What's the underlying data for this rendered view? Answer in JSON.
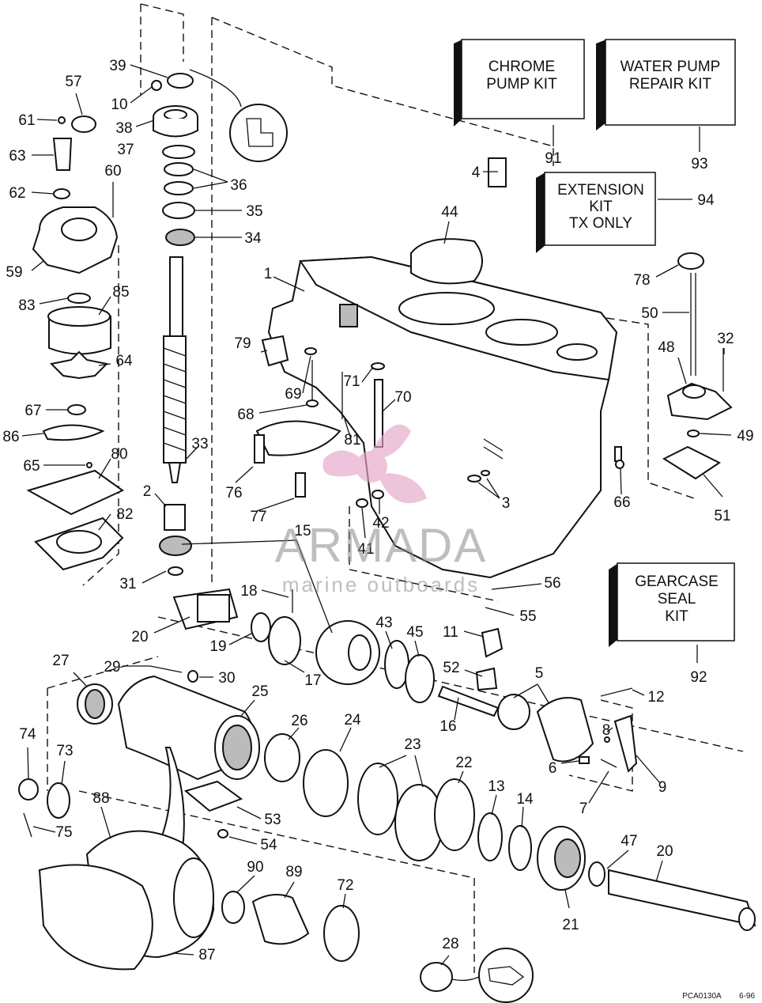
{
  "kits": [
    {
      "id": "chrome",
      "lines": [
        "CHROME",
        "PUMP KIT"
      ],
      "number": "91"
    },
    {
      "id": "water",
      "lines": [
        "WATER PUMP",
        "REPAIR KIT"
      ],
      "number": "93"
    },
    {
      "id": "extension",
      "lines": [
        "EXTENSION",
        "KIT",
        "TX ONLY"
      ],
      "number": "94"
    },
    {
      "id": "gearcase",
      "lines": [
        "GEARCASE",
        "SEAL",
        "KIT"
      ],
      "number": "92"
    }
  ],
  "labels": [
    {
      "id": "39",
      "text": "39"
    },
    {
      "id": "10",
      "text": "10"
    },
    {
      "id": "38",
      "text": "38"
    },
    {
      "id": "37",
      "text": "37"
    },
    {
      "id": "36",
      "text": "36"
    },
    {
      "id": "35",
      "text": "35"
    },
    {
      "id": "34",
      "text": "34"
    },
    {
      "id": "33",
      "text": "33"
    },
    {
      "id": "2",
      "text": "2"
    },
    {
      "id": "31",
      "text": "31"
    },
    {
      "id": "57",
      "text": "57"
    },
    {
      "id": "61",
      "text": "61"
    },
    {
      "id": "63",
      "text": "63"
    },
    {
      "id": "62",
      "text": "62"
    },
    {
      "id": "60",
      "text": "60"
    },
    {
      "id": "59",
      "text": "59"
    },
    {
      "id": "83",
      "text": "83"
    },
    {
      "id": "85",
      "text": "85"
    },
    {
      "id": "64",
      "text": "64"
    },
    {
      "id": "67",
      "text": "67"
    },
    {
      "id": "86",
      "text": "86"
    },
    {
      "id": "65",
      "text": "65"
    },
    {
      "id": "80",
      "text": "80"
    },
    {
      "id": "82",
      "text": "82"
    },
    {
      "id": "4",
      "text": "4"
    },
    {
      "id": "44",
      "text": "44"
    },
    {
      "id": "1",
      "text": "1"
    },
    {
      "id": "79",
      "text": "79"
    },
    {
      "id": "69",
      "text": "69"
    },
    {
      "id": "71",
      "text": "71"
    },
    {
      "id": "70",
      "text": "70"
    },
    {
      "id": "68",
      "text": "68"
    },
    {
      "id": "81",
      "text": "81"
    },
    {
      "id": "76",
      "text": "76"
    },
    {
      "id": "77",
      "text": "77"
    },
    {
      "id": "42",
      "text": "42"
    },
    {
      "id": "41",
      "text": "41"
    },
    {
      "id": "3",
      "text": "3"
    },
    {
      "id": "66",
      "text": "66"
    },
    {
      "id": "78",
      "text": "78"
    },
    {
      "id": "50",
      "text": "50"
    },
    {
      "id": "32",
      "text": "32"
    },
    {
      "id": "48",
      "text": "48"
    },
    {
      "id": "49",
      "text": "49"
    },
    {
      "id": "51",
      "text": "51"
    },
    {
      "id": "15",
      "text": "15"
    },
    {
      "id": "18",
      "text": "18"
    },
    {
      "id": "20a",
      "text": "20"
    },
    {
      "id": "19",
      "text": "19"
    },
    {
      "id": "17",
      "text": "17"
    },
    {
      "id": "43",
      "text": "43"
    },
    {
      "id": "45",
      "text": "45"
    },
    {
      "id": "11",
      "text": "11"
    },
    {
      "id": "56",
      "text": "56"
    },
    {
      "id": "55",
      "text": "55"
    },
    {
      "id": "52",
      "text": "52"
    },
    {
      "id": "5",
      "text": "5"
    },
    {
      "id": "12",
      "text": "12"
    },
    {
      "id": "16",
      "text": "16"
    },
    {
      "id": "8",
      "text": "8"
    },
    {
      "id": "9",
      "text": "9"
    },
    {
      "id": "6",
      "text": "6"
    },
    {
      "id": "7",
      "text": "7"
    },
    {
      "id": "27",
      "text": "27"
    },
    {
      "id": "29",
      "text": "29"
    },
    {
      "id": "30",
      "text": "30"
    },
    {
      "id": "25",
      "text": "25"
    },
    {
      "id": "26",
      "text": "26"
    },
    {
      "id": "24",
      "text": "24"
    },
    {
      "id": "23",
      "text": "23"
    },
    {
      "id": "22",
      "text": "22"
    },
    {
      "id": "13",
      "text": "13"
    },
    {
      "id": "14",
      "text": "14"
    },
    {
      "id": "74",
      "text": "74"
    },
    {
      "id": "73",
      "text": "73"
    },
    {
      "id": "75",
      "text": "75"
    },
    {
      "id": "88",
      "text": "88"
    },
    {
      "id": "53",
      "text": "53"
    },
    {
      "id": "54",
      "text": "54"
    },
    {
      "id": "47",
      "text": "47"
    },
    {
      "id": "20b",
      "text": "20"
    },
    {
      "id": "21",
      "text": "21"
    },
    {
      "id": "90",
      "text": "90"
    },
    {
      "id": "89",
      "text": "89"
    },
    {
      "id": "72",
      "text": "72"
    },
    {
      "id": "87",
      "text": "87"
    },
    {
      "id": "28",
      "text": "28"
    }
  ],
  "watermark": {
    "brand": "ARMADA",
    "tagline": "marine outboards"
  },
  "footer": {
    "code": "PCA0130A",
    "date": "6-96"
  }
}
